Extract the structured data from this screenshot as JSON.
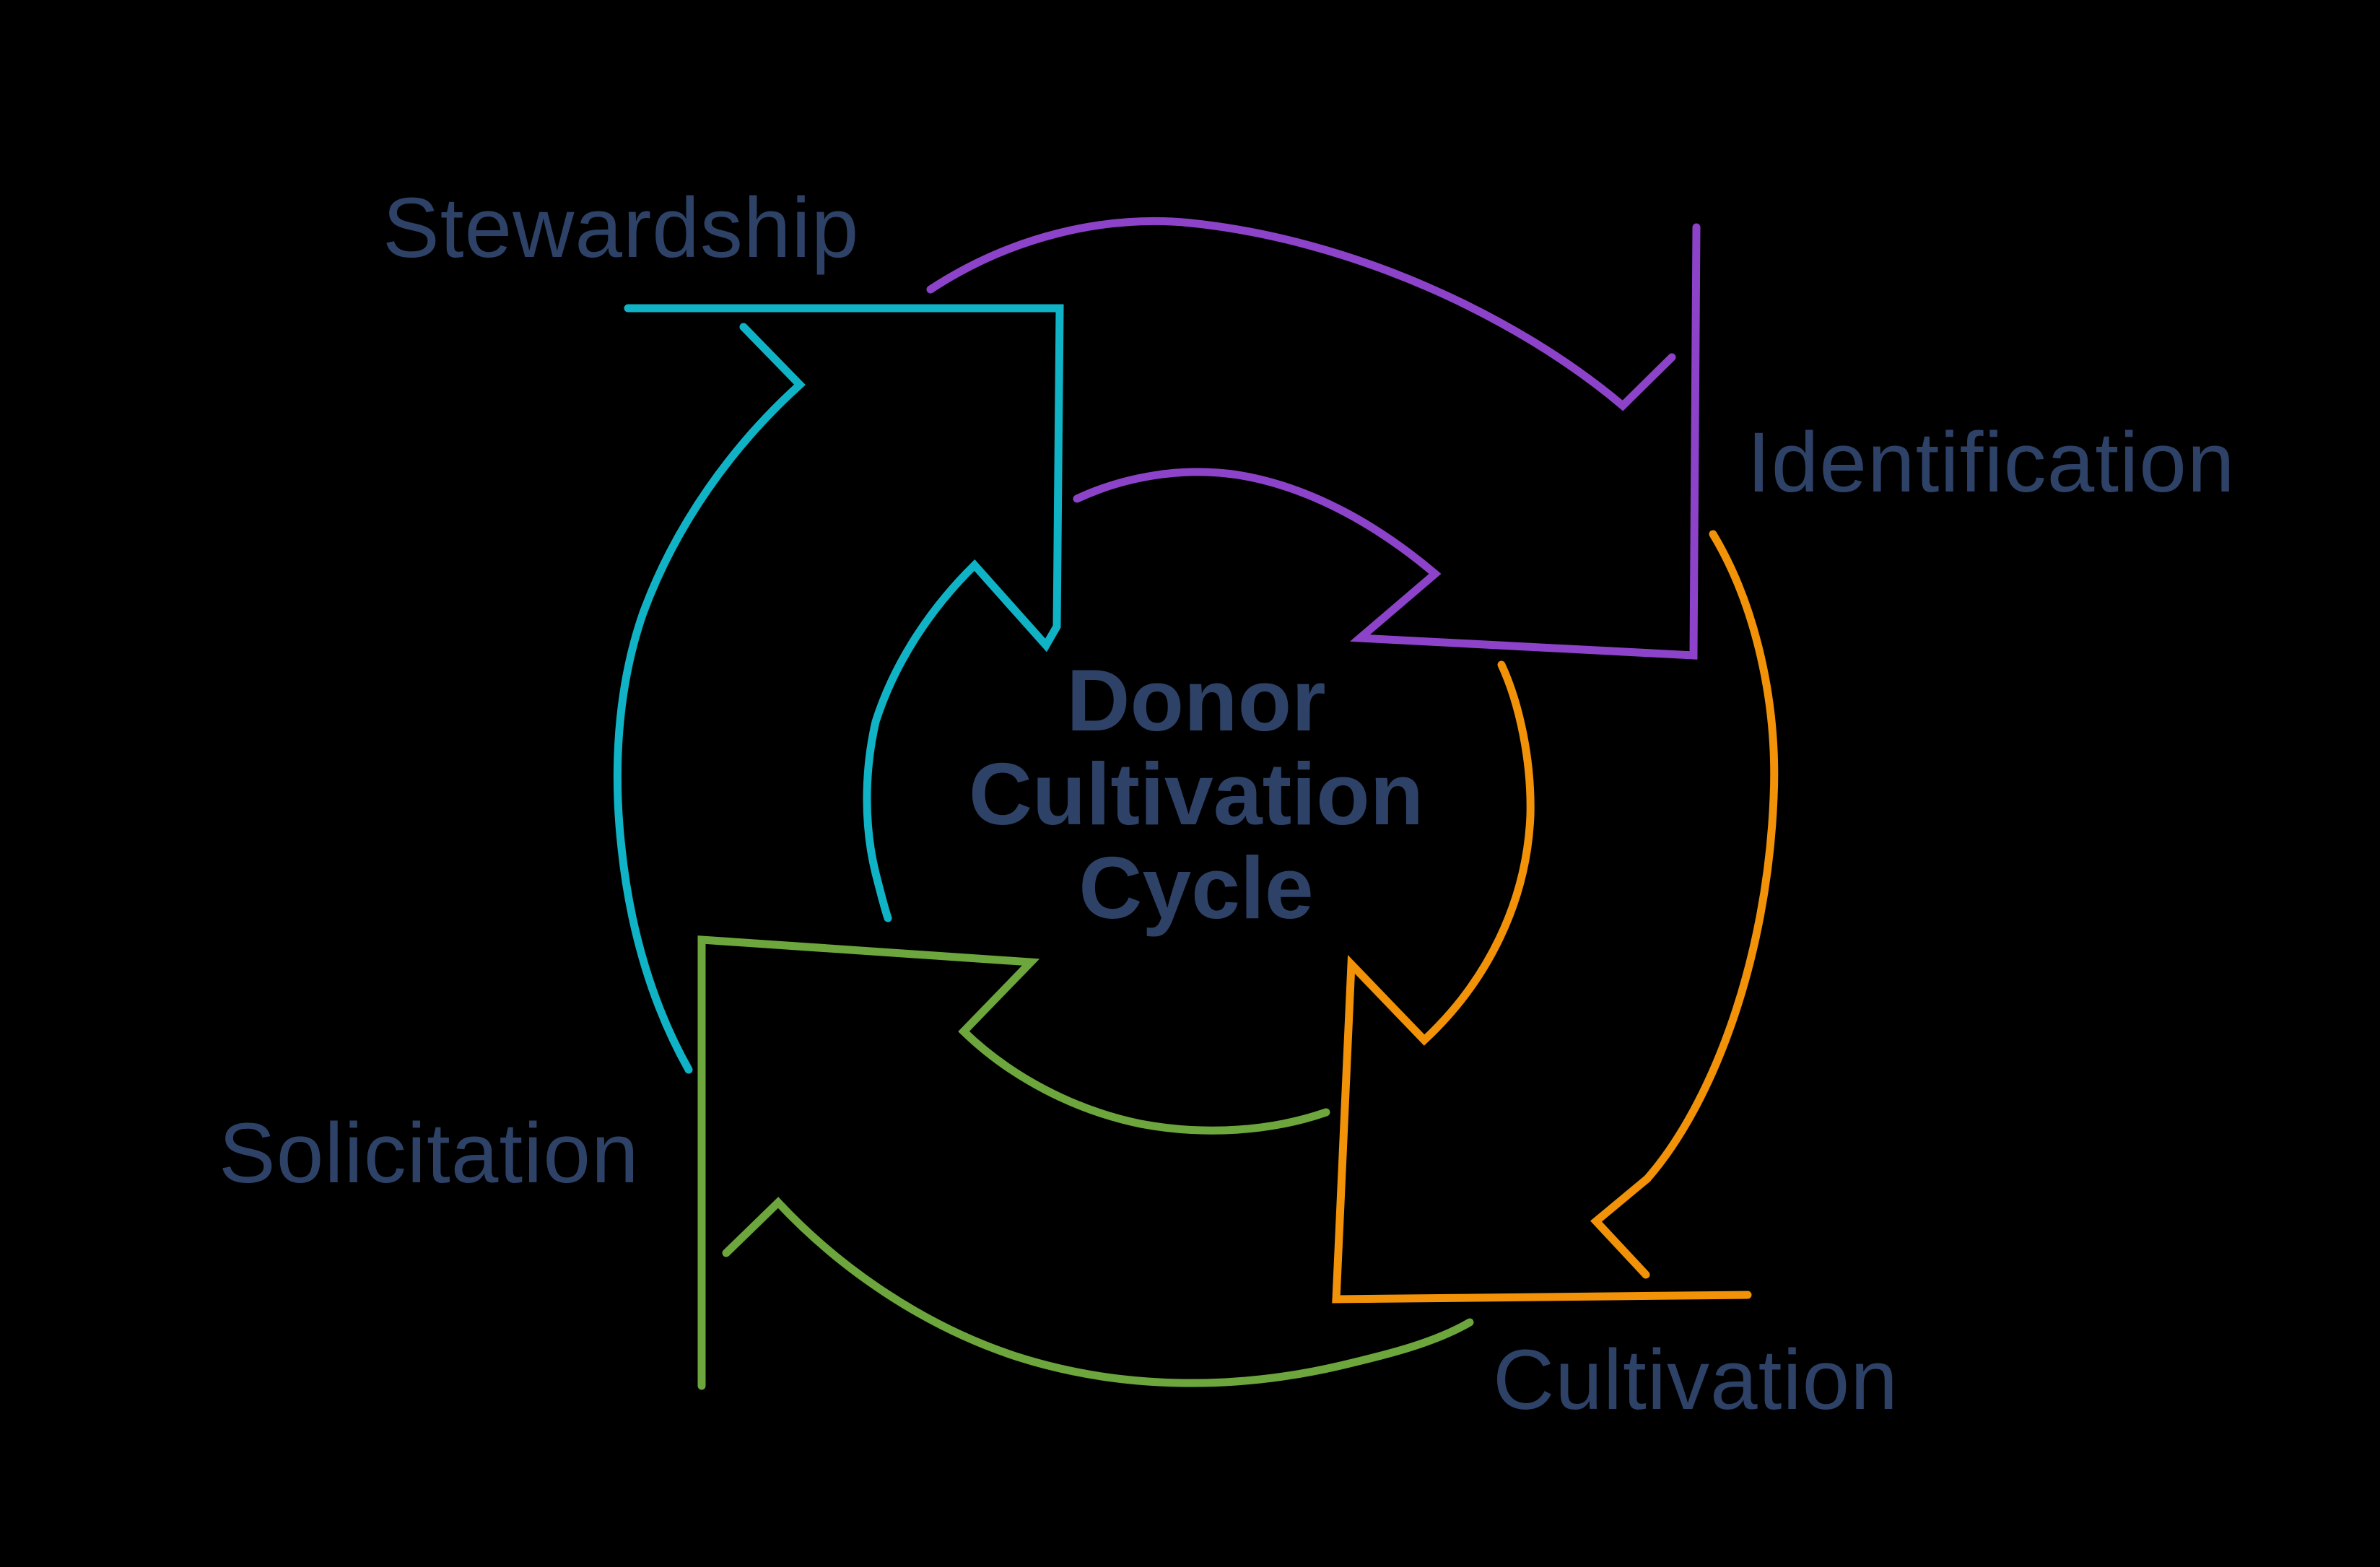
{
  "title": {
    "lines": [
      "Donor",
      "Cultivation",
      "Cycle"
    ]
  },
  "stages": [
    {
      "label": "Stewardship"
    },
    {
      "label": "Identification"
    },
    {
      "label": "Cultivation"
    },
    {
      "label": "Solicitation"
    }
  ],
  "arrows": [
    {
      "name": "solicitation-to-stewardship",
      "color": "#10b3c6"
    },
    {
      "name": "stewardship-to-identification",
      "color": "#8d43c9"
    },
    {
      "name": "identification-to-cultivation",
      "color": "#f19208"
    },
    {
      "name": "cultivation-to-solicitation",
      "color": "#6ca63d"
    }
  ],
  "colors": {
    "background": "#000000",
    "label": "#2e4267",
    "title": "#2e4267"
  }
}
